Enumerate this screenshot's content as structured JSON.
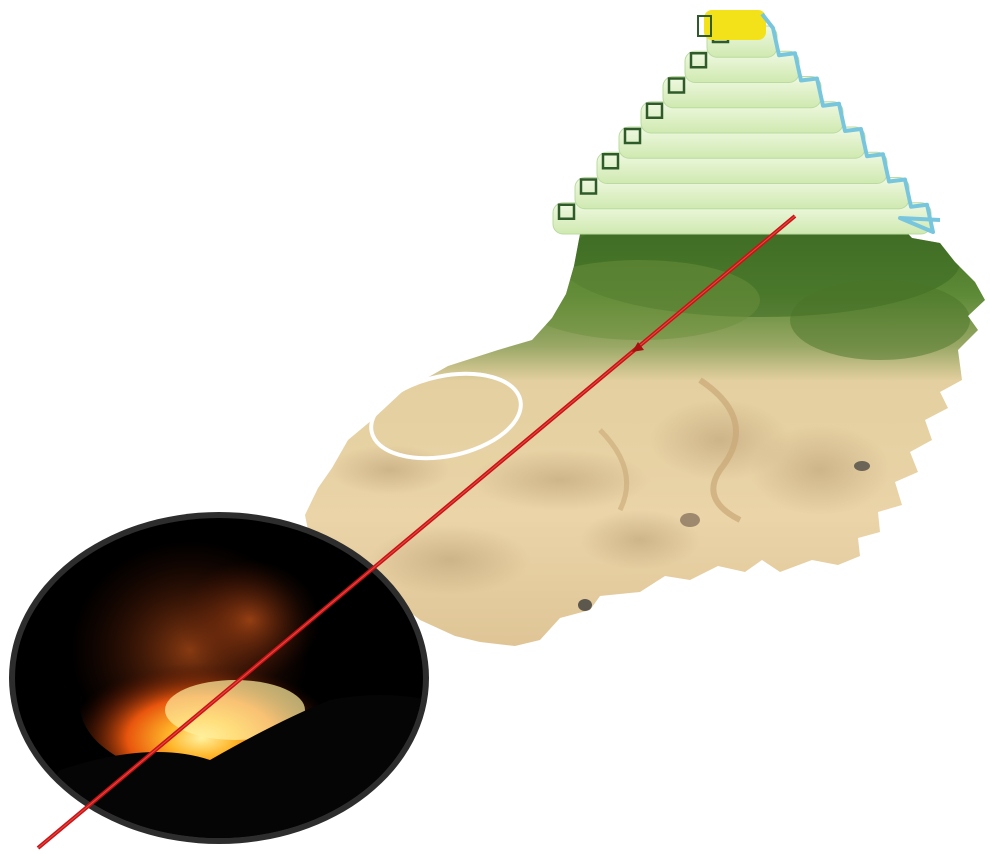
{
  "scene": {
    "elements": [
      {
        "name": "stepped-pyramid",
        "kind": "diagram"
      },
      {
        "name": "satellite-map",
        "kind": "map-image"
      },
      {
        "name": "highlight-ellipse",
        "kind": "annotation"
      },
      {
        "name": "fire-photo-lens",
        "kind": "photo"
      },
      {
        "name": "red-sightline",
        "kind": "annotation"
      }
    ],
    "pyramid_tiers": 8,
    "colors": {
      "pyramid_fill": "#dff3c2",
      "pyramid_edge": "#2f5a2a",
      "pyramid_top": "#f3e21a",
      "water_stream": "#78c6dd",
      "forest": "#4e7a2c",
      "desert": "#e8d1a3",
      "highlight": "#ffffff",
      "fire": "#ff7a12",
      "lens_rim": "#2d2d2d",
      "line": "#c81414"
    }
  }
}
